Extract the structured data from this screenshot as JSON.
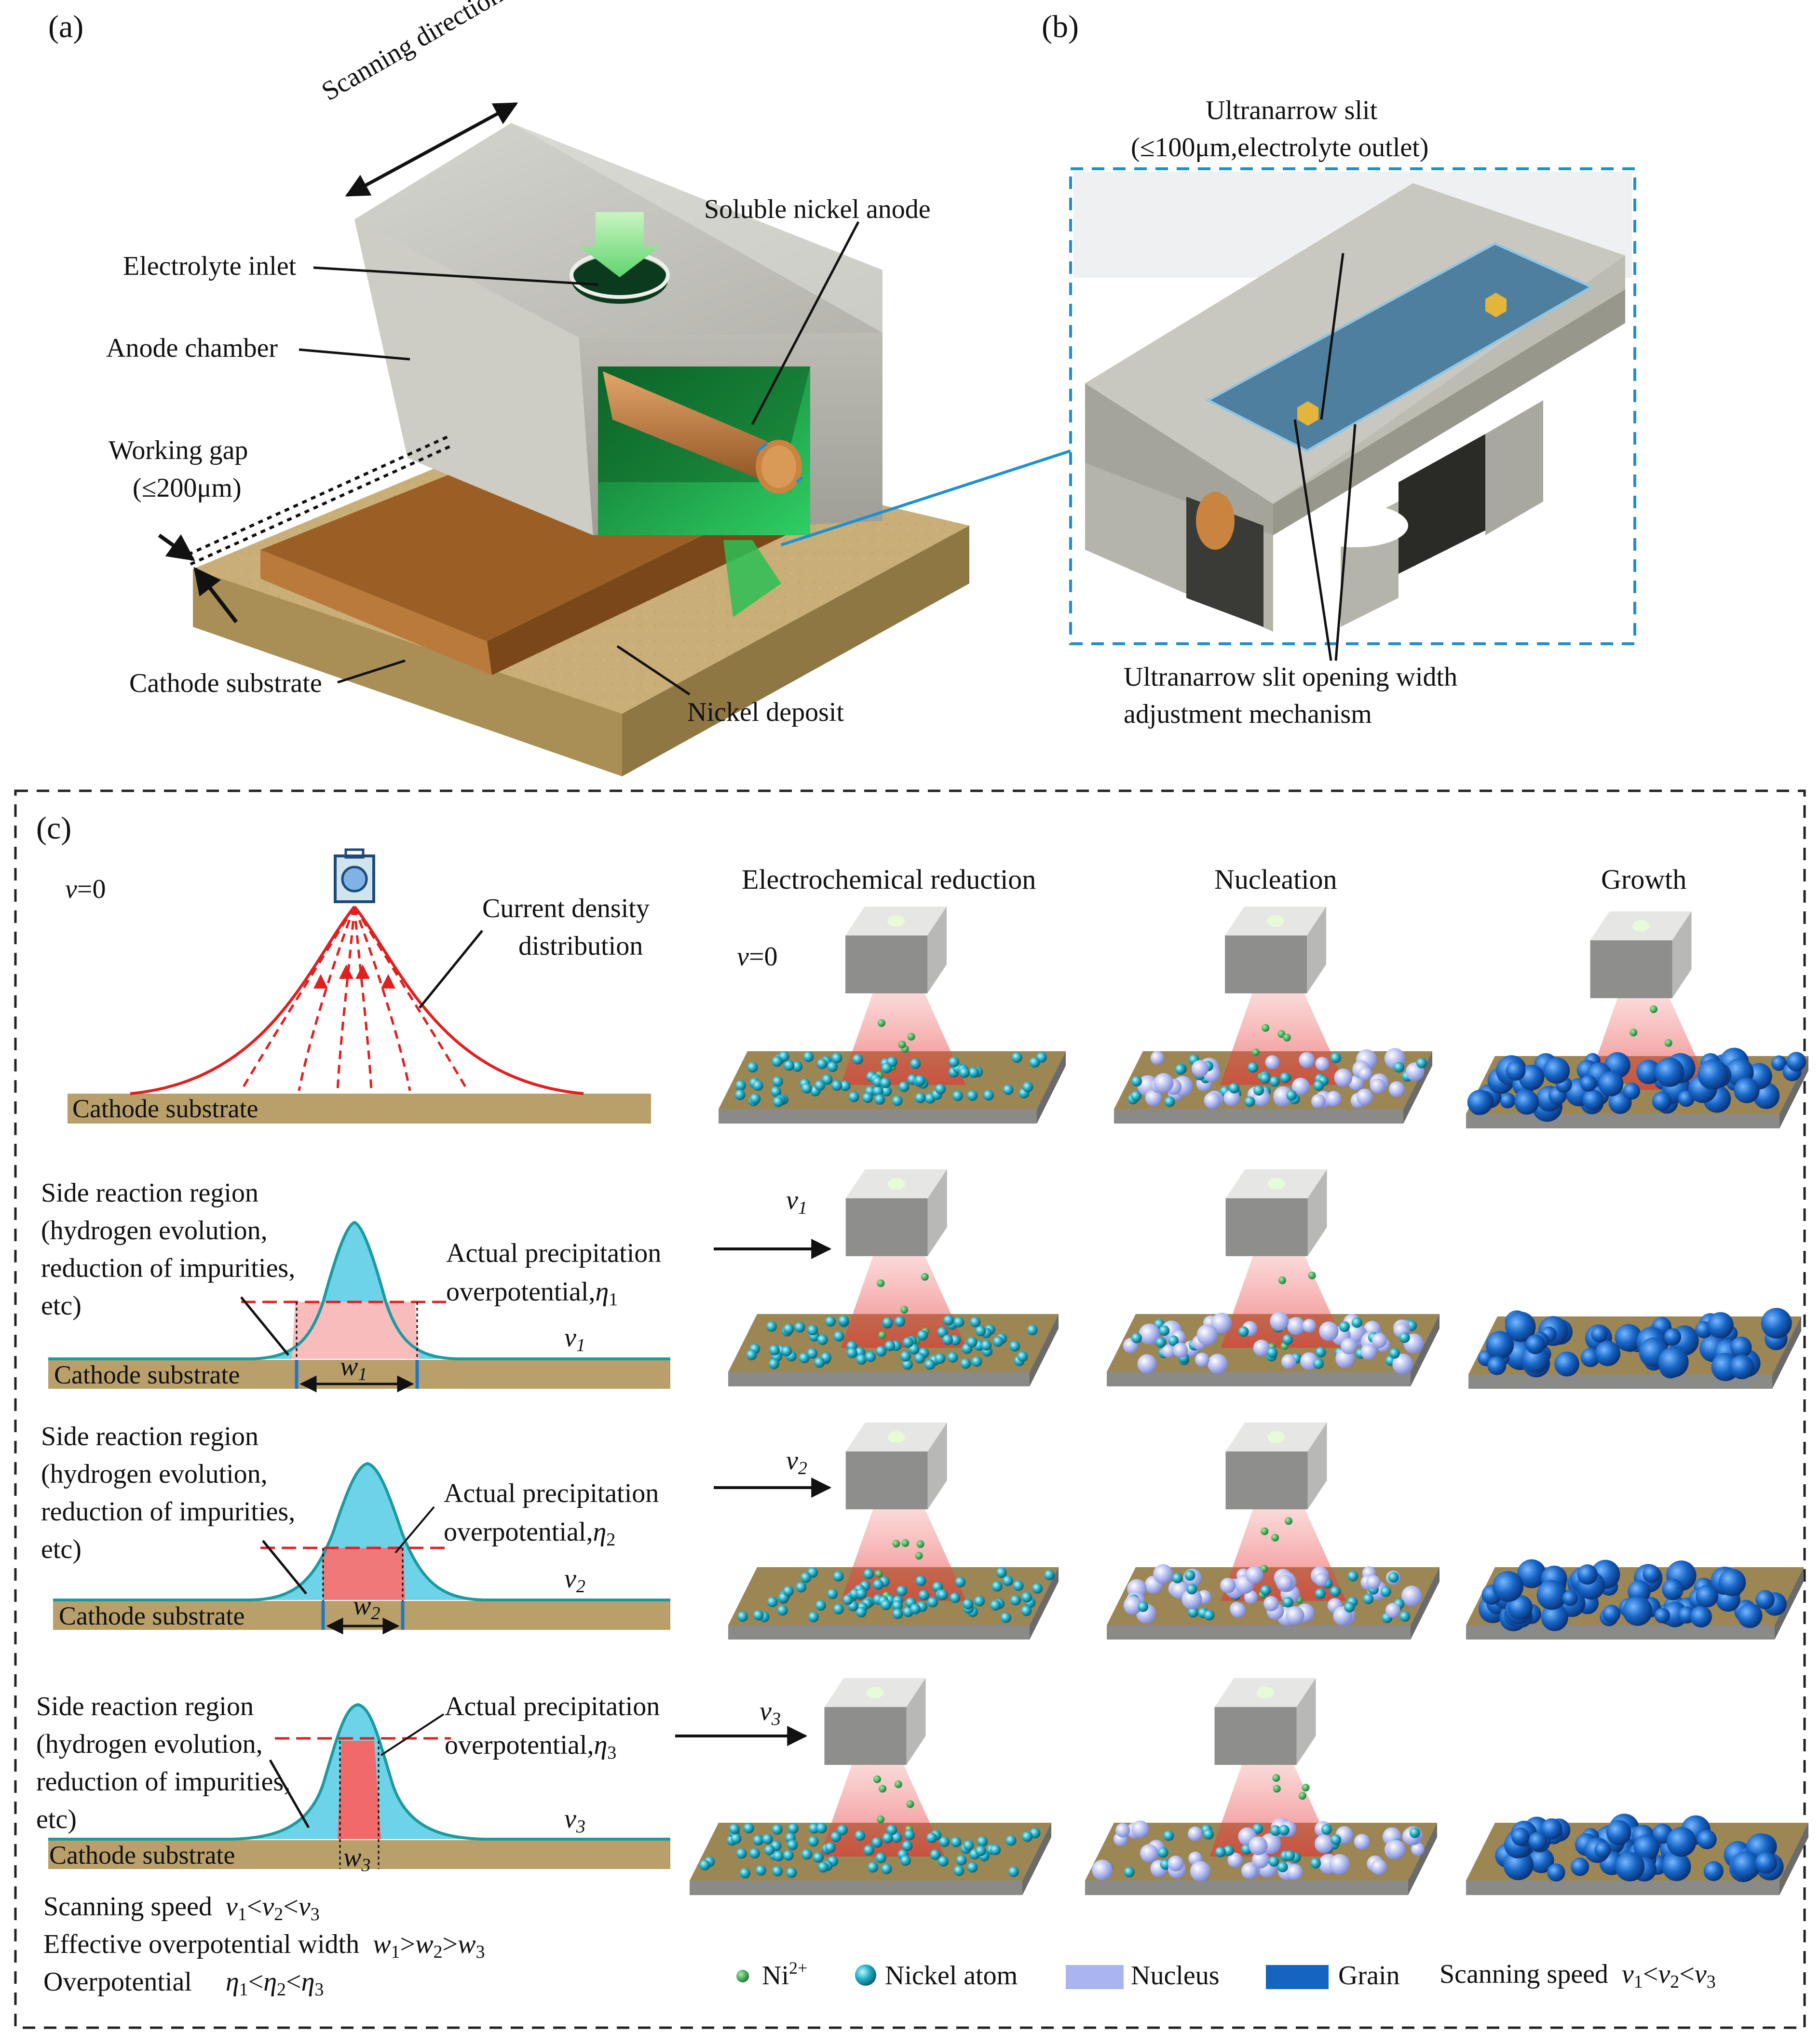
{
  "panels": {
    "a": {
      "tag": "(a)",
      "scanning_direction": "Scanning direction",
      "soluble_nickel_anode": "Soluble nickel anode",
      "electrolyte_inlet": "Electrolyte inlet",
      "anode_chamber": "Anode chamber",
      "working_gap_line1": "Working gap",
      "working_gap_line2": "(≤200μm)",
      "cathode_substrate": "Cathode substrate",
      "nickel_deposit": "Nickel deposit"
    },
    "b": {
      "tag": "(b)",
      "slit_line1": "Ultranarrow slit",
      "slit_line2": "(≤100μm,electrolyte outlet)",
      "adjust_line1": "Ultranarrow slit opening width",
      "adjust_line2": "adjustment mechanism"
    },
    "c": {
      "tag": "(c)",
      "v0": "v",
      "v0_eq": "=0",
      "current_density_line1": "Current density",
      "current_density_line2": "distribution",
      "cathode_substrate": "Cathode substrate",
      "side_reaction_line1": "Side reaction region",
      "side_reaction_line2": "(hydrogen evolution,",
      "side_reaction_line3": "reduction of impurities,",
      "side_reaction_line4": "etc)",
      "actual_line1": "Actual precipitation",
      "actual_line2": "overpotential,",
      "eta": "η",
      "w": "w",
      "v": "v",
      "sub1": "1",
      "sub2": "2",
      "sub3": "3",
      "col_reduction": "Electrochemical reduction",
      "col_nucleation": "Nucleation",
      "col_growth": "Growth",
      "summary_speed": "Scanning speed",
      "summary_width": "Effective overpotential width",
      "summary_overpotential": "Overpotential",
      "lt": "<",
      "gt": ">",
      "legend_ni": "Ni",
      "legend_ni_sup": "2+",
      "legend_atom": "Nickel atom",
      "legend_nucleus": "Nucleus",
      "legend_grain": "Grain",
      "legend_speed": "Scanning speed"
    }
  },
  "colors": {
    "cathode": "#b9a06a",
    "deposit": "#a96a2c",
    "housing": "#c9c9c2",
    "electrolyte_green": "#1fa84a",
    "side_region": "#6dd3e8",
    "overpotential_region": "#f08080",
    "curve": "#1b9aa0",
    "current_red": "#e02020",
    "slit_blue": "#4f7f9e",
    "frame_blue": "#1e90d0",
    "ni_ion": "#1a9a3a",
    "nickel_atom": "#1aa0b8",
    "nucleus": "#aab4ee",
    "grain": "#1565c0"
  }
}
